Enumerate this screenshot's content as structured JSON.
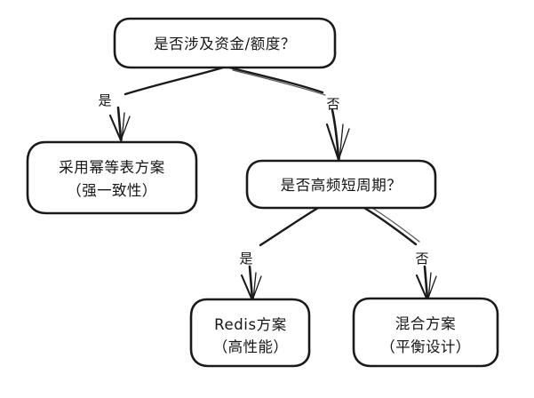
{
  "diagram": {
    "type": "decision-tree-flowchart",
    "style": "hand-drawn",
    "background_color": "#ffffff",
    "stroke_color": "#1a1a1a",
    "nodes": {
      "root": {
        "id": "root",
        "shape": "rounded-rectangle",
        "kind": "decision",
        "line1": "是否涉及资金/额度？"
      },
      "idempotent": {
        "id": "idempotent",
        "shape": "rounded-rectangle",
        "kind": "outcome",
        "line1": "采用幂等表方案",
        "line2": "（强一致性）"
      },
      "frequency": {
        "id": "frequency",
        "shape": "rounded-rectangle",
        "kind": "decision",
        "line1": "是否高频短周期？"
      },
      "redis": {
        "id": "redis",
        "shape": "rounded-rectangle",
        "kind": "outcome",
        "line1": "Redis方案",
        "line2": "（高性能）"
      },
      "hybrid": {
        "id": "hybrid",
        "shape": "rounded-rectangle",
        "kind": "outcome",
        "line1": "混合方案",
        "line2": "（平衡设计）"
      }
    },
    "edges": [
      {
        "id": "root-yes",
        "from": "root",
        "to": "idempotent",
        "label": "是"
      },
      {
        "id": "root-no",
        "from": "root",
        "to": "frequency",
        "label": "否"
      },
      {
        "id": "freq-yes",
        "from": "frequency",
        "to": "redis",
        "label": "是"
      },
      {
        "id": "freq-no",
        "from": "frequency",
        "to": "hybrid",
        "label": "否"
      }
    ]
  }
}
